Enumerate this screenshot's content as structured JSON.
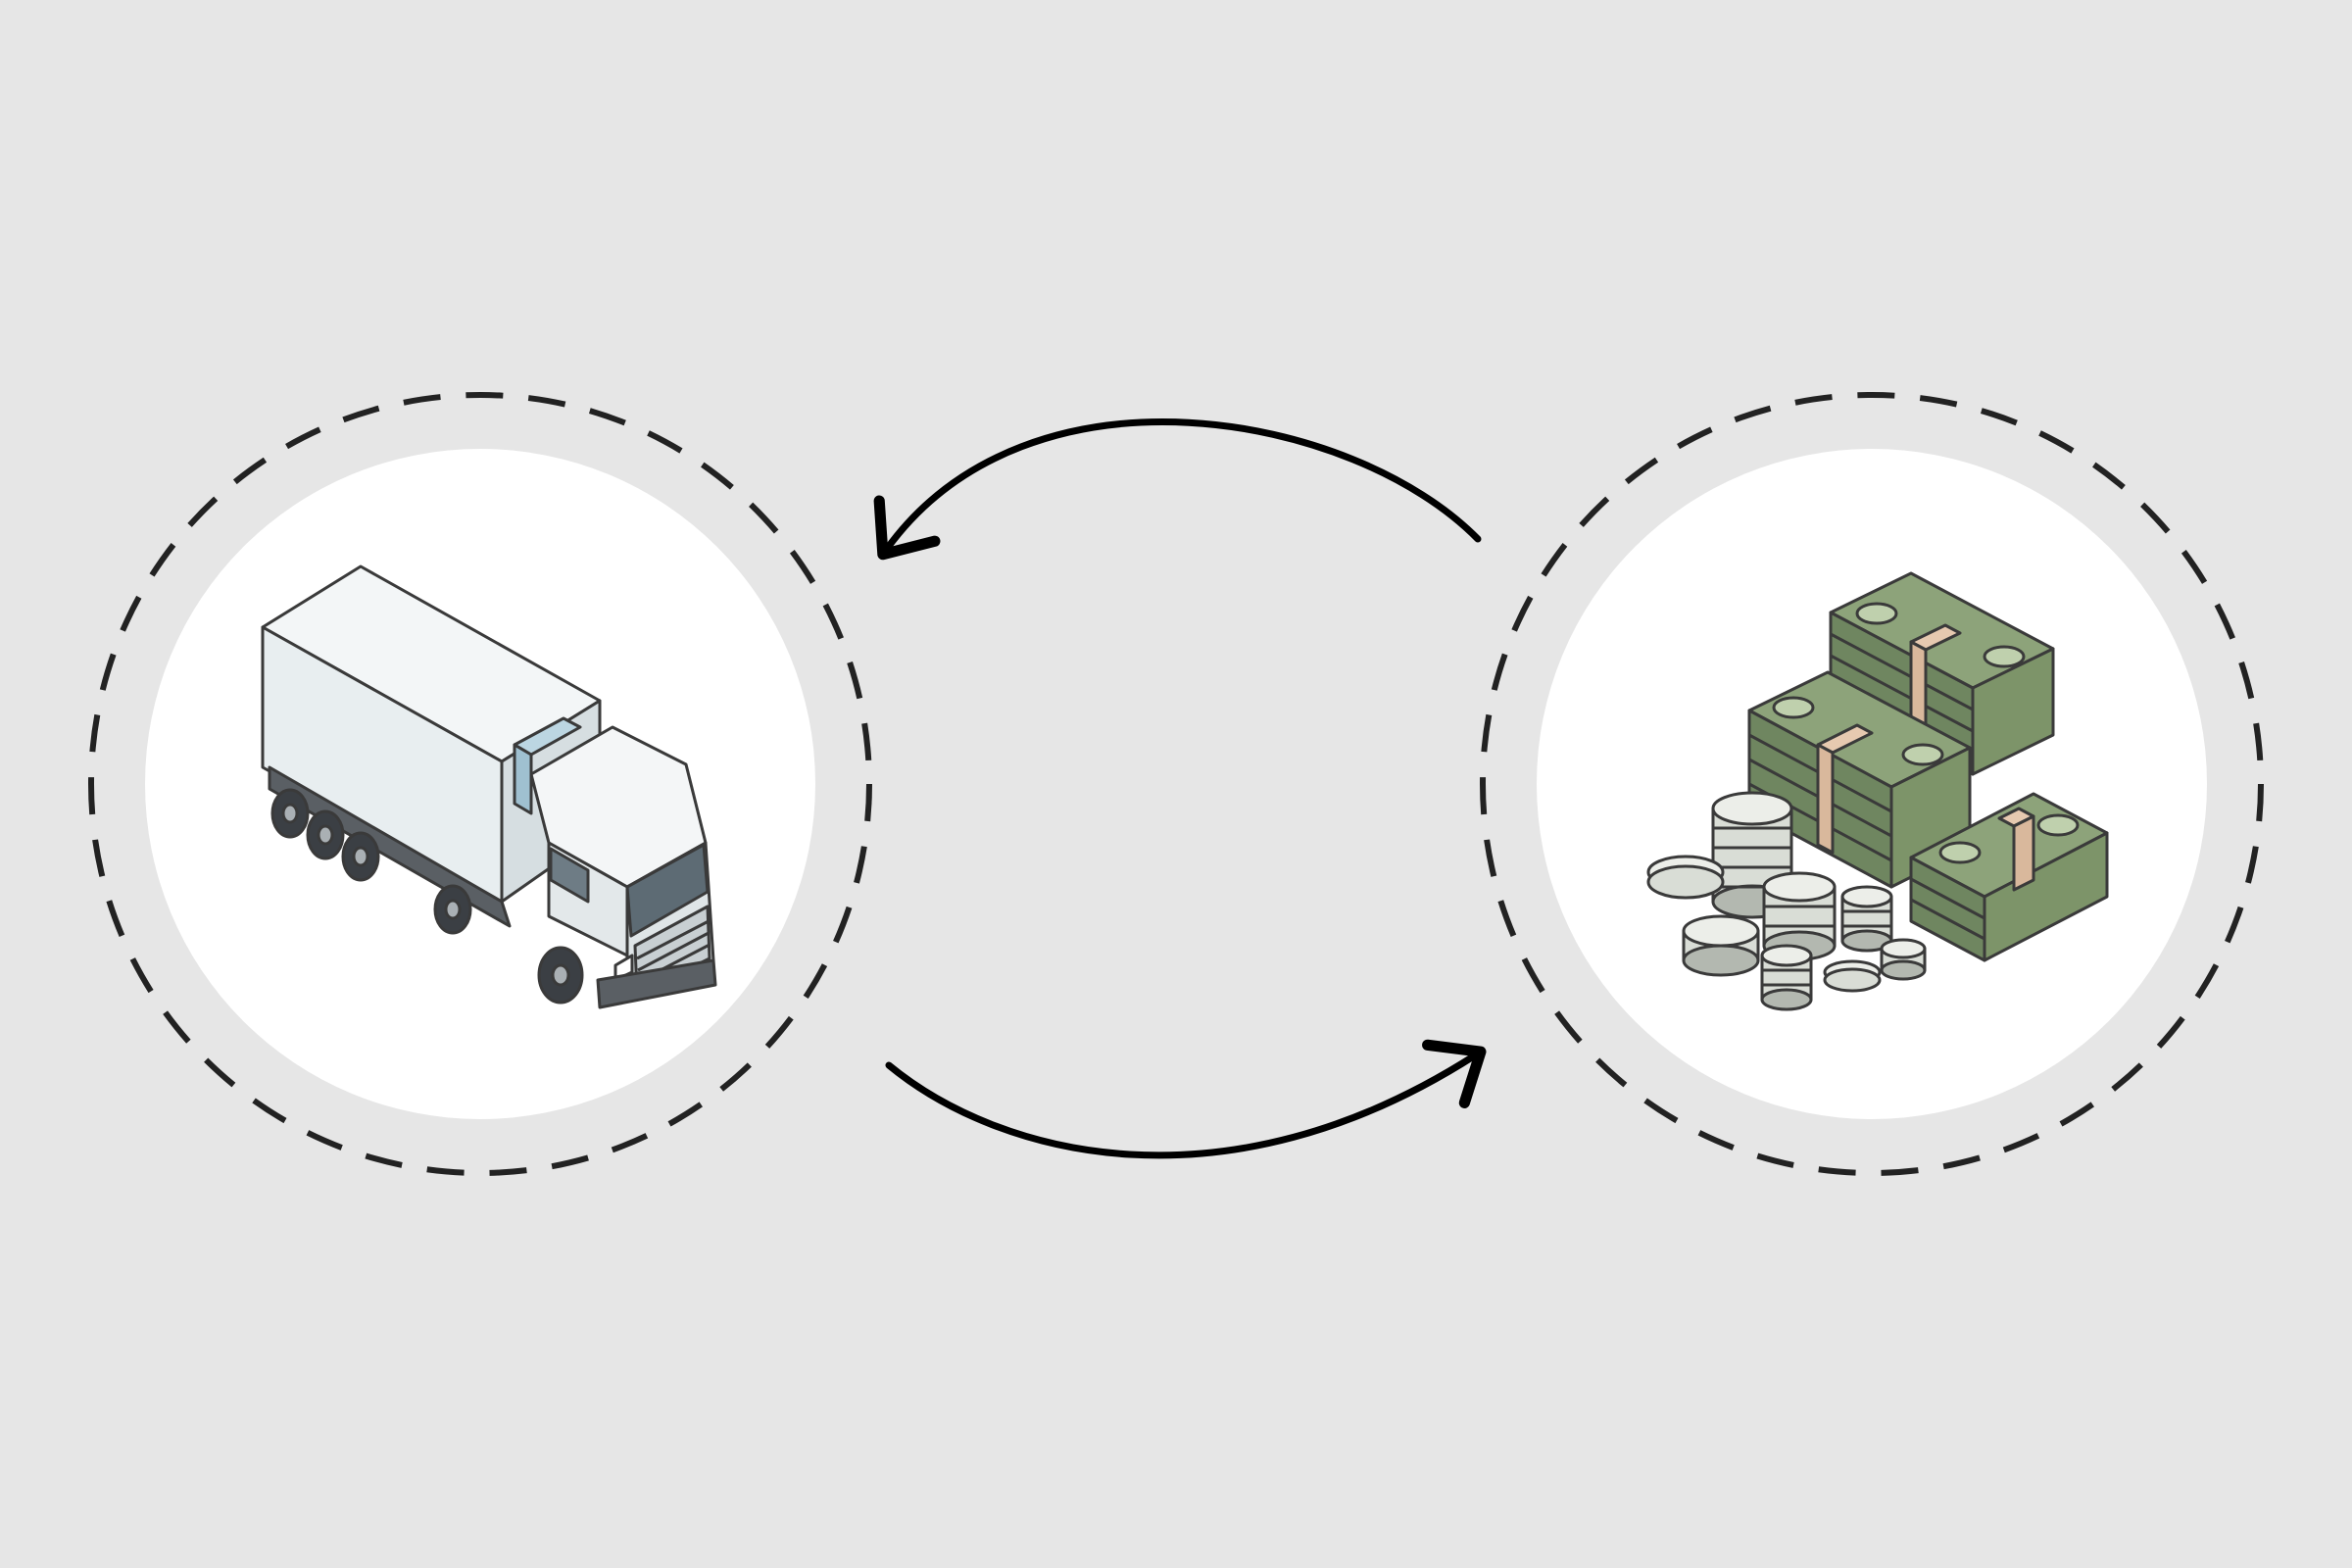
{
  "diagram": {
    "background": "#e6e6e6",
    "node_fill": "#ffffff",
    "ring_stroke": "#222222",
    "arrow_stroke": "#000000",
    "nodes": [
      {
        "id": "truck",
        "icon": "refrigerated-truck-icon"
      },
      {
        "id": "money",
        "icon": "money-stacks-and-coins-icon"
      }
    ],
    "edges": [
      {
        "from": "money",
        "to": "truck"
      },
      {
        "from": "truck",
        "to": "money"
      }
    ],
    "palette": {
      "truck_body": "#eef2f3",
      "truck_side": "#dce3e6",
      "truck_shadow": "#c9d1d4",
      "window": "#5d6b74",
      "tire": "#3b3f44",
      "cash_green": "#8da37a",
      "cash_dark": "#6f8660",
      "cash_light": "#bfd0ad",
      "band": "#e6c9b0",
      "coin": "#d9ddd6",
      "coin_edge": "#b3b8b0",
      "outline": "#3a3a3a"
    }
  }
}
